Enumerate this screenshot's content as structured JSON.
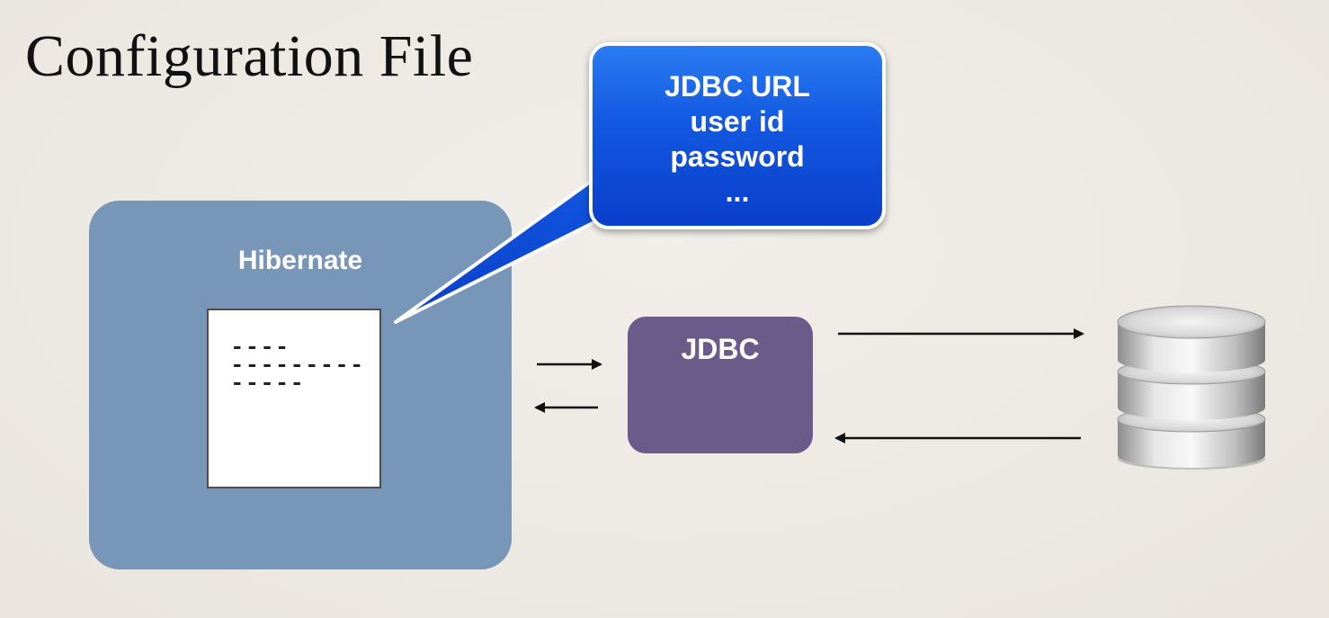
{
  "title": "Configuration File",
  "hibernate": {
    "label": "Hibernate"
  },
  "config_file": {
    "dash_lines": [
      "----",
      "---------",
      "-----"
    ]
  },
  "callout": {
    "lines": [
      "JDBC URL",
      "user id",
      "password",
      "..."
    ]
  },
  "jdbc": {
    "label": "JDBC"
  },
  "database": {
    "icon": "database-icon"
  },
  "colors": {
    "background": "#ece8e2",
    "hibernate_box": "#7896b8",
    "jdbc_box": "#6b5b8b",
    "callout_blue": "#1257e0",
    "text_dark": "#111111"
  }
}
